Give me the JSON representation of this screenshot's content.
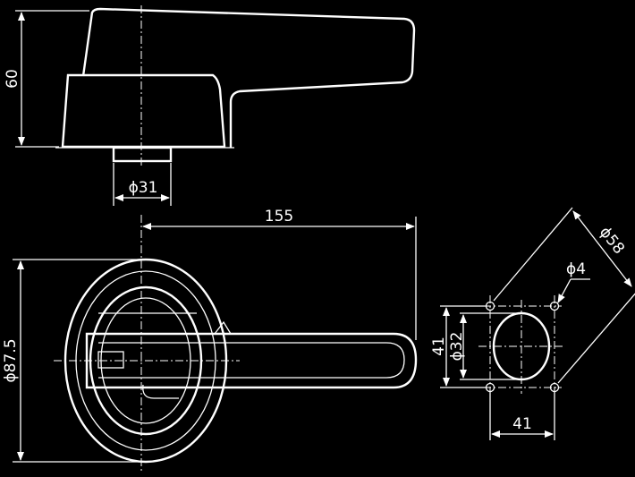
{
  "drawing": {
    "side_view": {
      "height_label": "60",
      "shaft_diameter_label": "ϕ31"
    },
    "front_view": {
      "length_label": "155",
      "diameter_label": "ϕ87.5"
    },
    "mounting_detail": {
      "bolt_circle_label": "ϕ58",
      "hole_diameter_label": "ϕ4",
      "vertical_spacing_label": "41",
      "cutout_diameter_label": "ϕ32",
      "horizontal_spacing_label": "41"
    }
  },
  "colors": {
    "background": "#000000",
    "lines": "#ffffff"
  }
}
